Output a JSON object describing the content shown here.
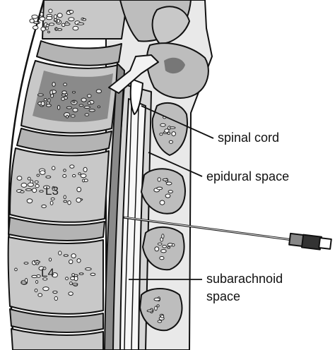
{
  "labels": {
    "spinal_cord": "spinal cord",
    "epidural_space": "epidural space",
    "subarachnoid_line1": "subarachnoid",
    "subarachnoid_line2": "space",
    "l3": "L3",
    "l4": "L4"
  },
  "colors": {
    "bone": "#c8c8c8",
    "bone_dark": "#8a8a8a",
    "disc": "#b4b4b4",
    "outline": "#111111",
    "process": "#bdbdbd",
    "ligament": "#f2f2f2"
  }
}
